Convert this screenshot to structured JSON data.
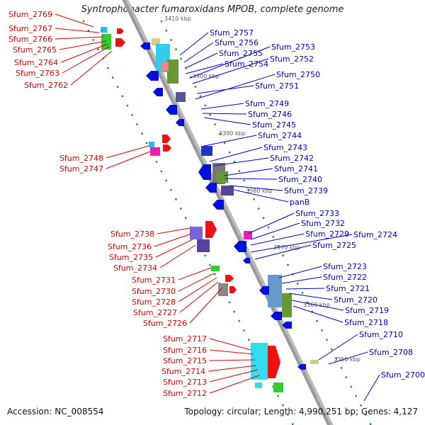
{
  "title": "Syntrophobacter fumaroxidans MPOB, complete genome",
  "accession_text": "Accession: NC_008554",
  "stats_text": "Topology: circular; Length: 4,990,251 bp; Genes: 4,127",
  "colors": {
    "forward_label": "#dd0000",
    "reverse_label": "#0000cc",
    "backbone": "#999999",
    "ruler": "#228b22"
  },
  "ruler_ticks": [
    {
      "label": "3410 kbp"
    },
    {
      "label": "3400 kbp"
    },
    {
      "label": "3390 kbp"
    },
    {
      "label": "3380 kbp"
    },
    {
      "label": "3370 kbp"
    },
    {
      "label": "3360 kbp"
    },
    {
      "label": "3350 kbp"
    }
  ],
  "forward_genes": [
    {
      "label": "Sfum_2769"
    },
    {
      "label": "Sfum_2767"
    },
    {
      "label": "Sfum_2766"
    },
    {
      "label": "Sfum_2765"
    },
    {
      "label": "Sfum_2764"
    },
    {
      "label": "Sfum_2763"
    },
    {
      "label": "Sfum_2762"
    },
    {
      "label": "Sfum_2748"
    },
    {
      "label": "Sfum_2747"
    },
    {
      "label": "Sfum_2738"
    },
    {
      "label": "Sfum_2736"
    },
    {
      "label": "Sfum_2735"
    },
    {
      "label": "Sfum_2734"
    },
    {
      "label": "Sfum_2731"
    },
    {
      "label": "Sfum_2730"
    },
    {
      "label": "Sfum_2728"
    },
    {
      "label": "Sfum_2727"
    },
    {
      "label": "Sfum_2726"
    },
    {
      "label": "Sfum_2717"
    },
    {
      "label": "Sfum_2716"
    },
    {
      "label": "Sfum_2715"
    },
    {
      "label": "Sfum_2714"
    },
    {
      "label": "Sfum_2713"
    },
    {
      "label": "Sfum_2712"
    }
  ],
  "reverse_genes": [
    {
      "label": "Sfum_2757"
    },
    {
      "label": "Sfum_2756"
    },
    {
      "label": "Sfum_2755"
    },
    {
      "label": "Sfum_2754"
    },
    {
      "label": "Sfum_2753"
    },
    {
      "label": "Sfum_2752"
    },
    {
      "label": "Sfum_2751"
    },
    {
      "label": "Sfum_2750"
    },
    {
      "label": "Sfum_2749"
    },
    {
      "label": "Sfum_2746"
    },
    {
      "label": "Sfum_2745"
    },
    {
      "label": "Sfum_2744"
    },
    {
      "label": "Sfum_2743"
    },
    {
      "label": "Sfum_2742"
    },
    {
      "label": "Sfum_2741"
    },
    {
      "label": "Sfum_2740"
    },
    {
      "label": "Sfum_2739"
    },
    {
      "label": "panB"
    },
    {
      "label": "Sfum_2733"
    },
    {
      "label": "Sfum_2732"
    },
    {
      "label": "Sfum_2729"
    },
    {
      "label": "Sfum_2724"
    },
    {
      "label": "Sfum_2725"
    },
    {
      "label": "Sfum_2723"
    },
    {
      "label": "Sfum_2722"
    },
    {
      "label": "Sfum_2721"
    },
    {
      "label": "Sfum_2720"
    },
    {
      "label": "Sfum_2719"
    },
    {
      "label": "Sfum_2718"
    },
    {
      "label": "Sfum_2710"
    },
    {
      "label": "Sfum_2708"
    },
    {
      "label": "Sfum_2700"
    }
  ]
}
